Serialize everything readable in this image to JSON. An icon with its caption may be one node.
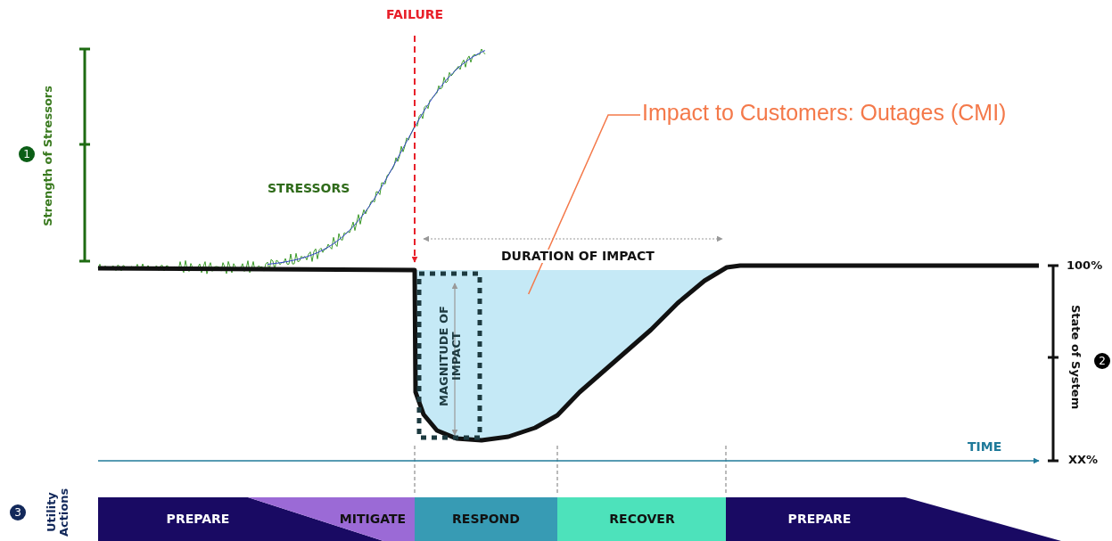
{
  "diagram": {
    "nodes": [
      {
        "text": [
          "1"
        ],
        "beside": [
          "Strength of Stressors"
        ]
      },
      {
        "text": [
          "Impact to Customers: Outages (CMI)"
        ]
      },
      {
        "text": [],
        "shape": "area",
        "beside": [
          "DURATION OF IMPACT"
        ]
      },
      {
        "text": [
          "2"
        ],
        "beside": [
          "State of System"
        ]
      },
      {
        "text": [
          "3"
        ],
        "beside": [
          "Utility Actions"
        ]
      },
      {
        "text": [
          "PREPARE"
        ]
      },
      {
        "text": [
          "MITIGATE"
        ]
      },
      {
        "text": [
          "RESPOND"
        ]
      },
      {
        "text": [
          "RECOVER"
        ]
      },
      {
        "text": [
          "PREPARE"
        ]
      }
    ],
    "edges": [
      {
        "from": 1,
        "to": 2,
        "arrow": "none"
      }
    ],
    "labels": [
      "FAILURE",
      "STRESSORS",
      "MAGNITUDE OF IMPACT",
      "100%",
      "TIME",
      "XX%"
    ]
  }
}
